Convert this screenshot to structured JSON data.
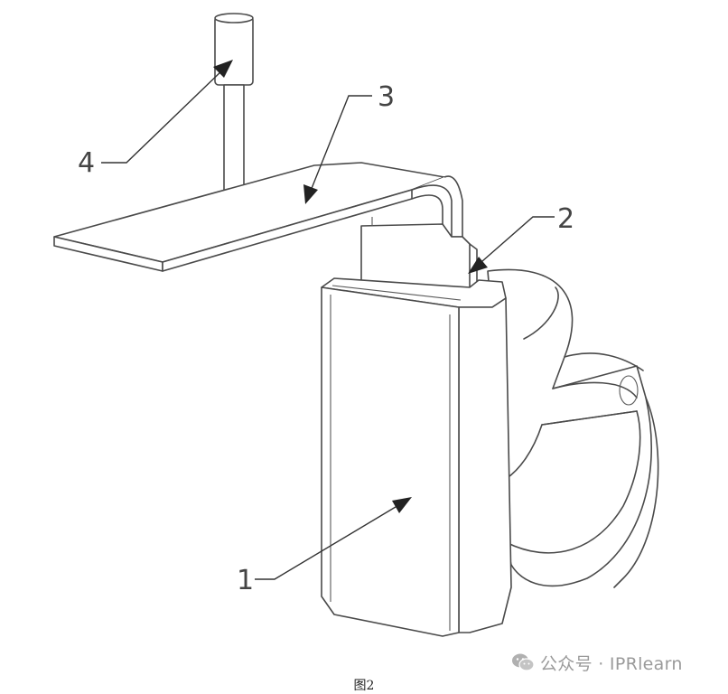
{
  "figure": {
    "caption": "图2",
    "labels": [
      {
        "id": "label-1",
        "text": "1"
      },
      {
        "id": "label-2",
        "text": "2"
      },
      {
        "id": "label-3",
        "text": "3"
      },
      {
        "id": "label-4",
        "text": "4"
      }
    ]
  },
  "watermark": {
    "text": "公众号 · IPRlearn",
    "icon": "wechat-icon",
    "color": "#9a9a9a"
  }
}
